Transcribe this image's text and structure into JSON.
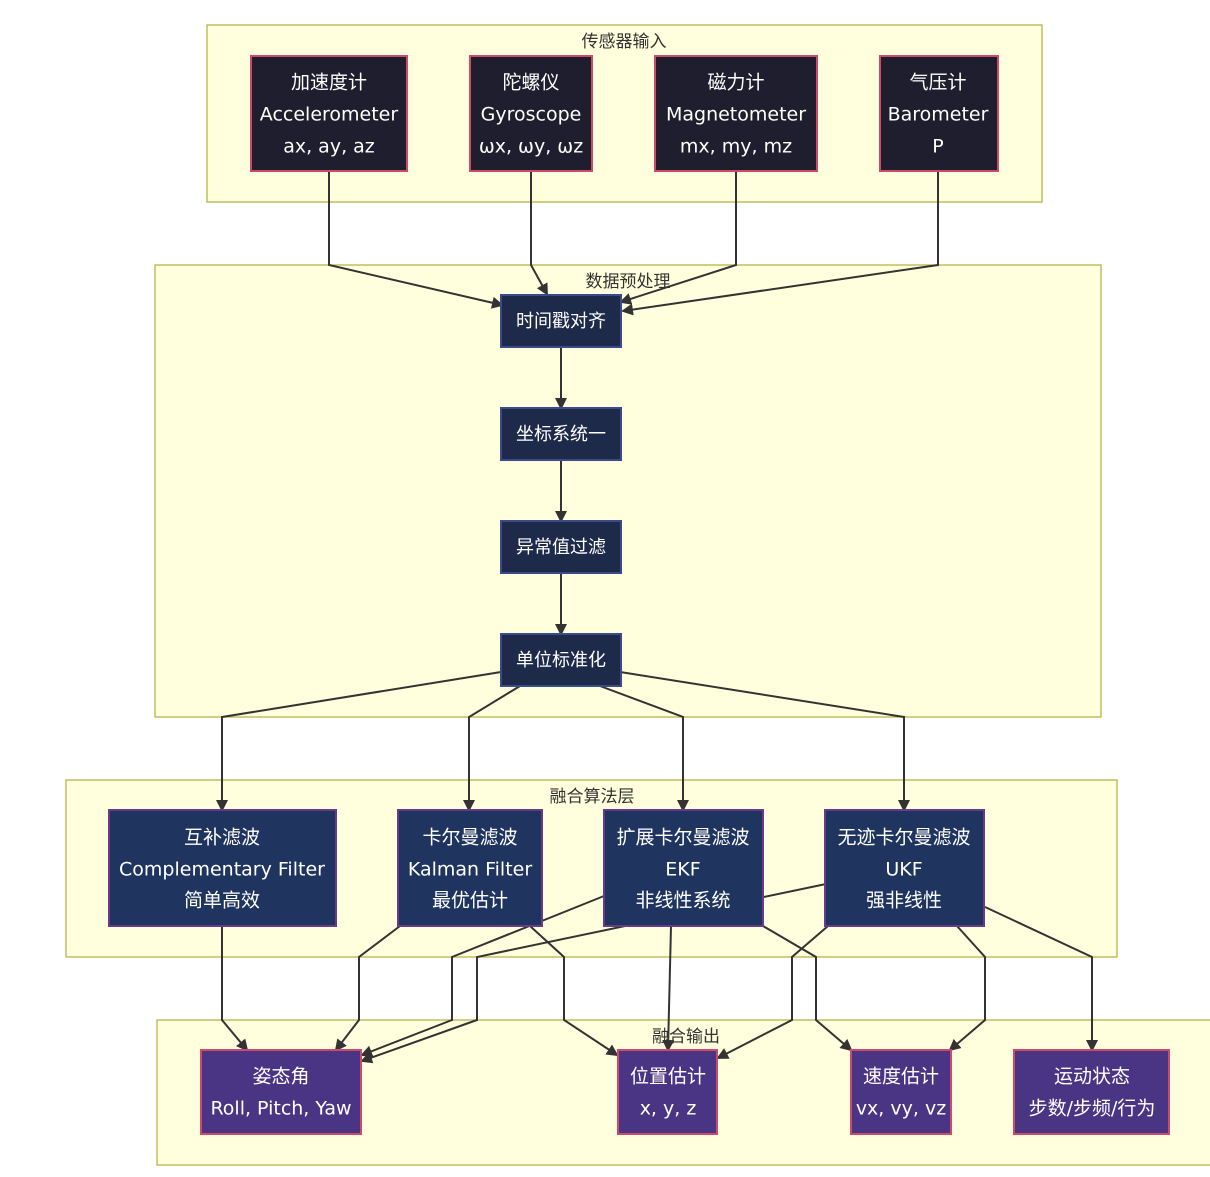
{
  "clusters": {
    "sensors": {
      "title": "传感器输入"
    },
    "preprocess": {
      "title": "数据预处理"
    },
    "fusion": {
      "title": "融合算法层"
    },
    "output": {
      "title": "融合输出"
    }
  },
  "nodes": {
    "accel": {
      "lines": [
        "加速度计",
        "Accelerometer",
        "ax, ay, az"
      ]
    },
    "gyro": {
      "lines": [
        "陀螺仪",
        "Gyroscope",
        "ωx, ωy, ωz"
      ]
    },
    "mag": {
      "lines": [
        "磁力计",
        "Magnetometer",
        "mx, my, mz"
      ]
    },
    "baro": {
      "lines": [
        "气压计",
        "Barometer",
        "P"
      ]
    },
    "timestamp": {
      "lines": [
        "时间戳对齐"
      ]
    },
    "coord": {
      "lines": [
        "坐标系统一"
      ]
    },
    "outlier": {
      "lines": [
        "异常值过滤"
      ]
    },
    "normalize": {
      "lines": [
        "单位标准化"
      ]
    },
    "comp": {
      "lines": [
        "互补滤波",
        "Complementary Filter",
        "简单高效"
      ]
    },
    "kalman": {
      "lines": [
        "卡尔曼滤波",
        "Kalman Filter",
        "最优估计"
      ]
    },
    "ekf": {
      "lines": [
        "扩展卡尔曼滤波",
        "EKF",
        "非线性系统"
      ]
    },
    "ukf": {
      "lines": [
        "无迹卡尔曼滤波",
        "UKF",
        "强非线性"
      ]
    },
    "attitude": {
      "lines": [
        "姿态角",
        "Roll, Pitch, Yaw"
      ]
    },
    "position": {
      "lines": [
        "位置估计",
        "x, y, z"
      ]
    },
    "velocity": {
      "lines": [
        "速度估计",
        "vx, vy, vz"
      ]
    },
    "motion": {
      "lines": [
        "运动状态",
        "步数/步频/行为"
      ]
    }
  },
  "colors": {
    "sensor_fill": "#1e1e2e",
    "sensor_stroke": "#d0496b",
    "process_fill": "#1e2a4a",
    "process_stroke": "#3b4a8a",
    "fusion_fill": "#1f3560",
    "fusion_stroke": "#6a3a8a",
    "output_fill": "#4a3585",
    "output_stroke": "#d0496b",
    "edge": "#333333",
    "cluster_fill": "#ffffde",
    "cluster_stroke": "#b5b54a"
  }
}
